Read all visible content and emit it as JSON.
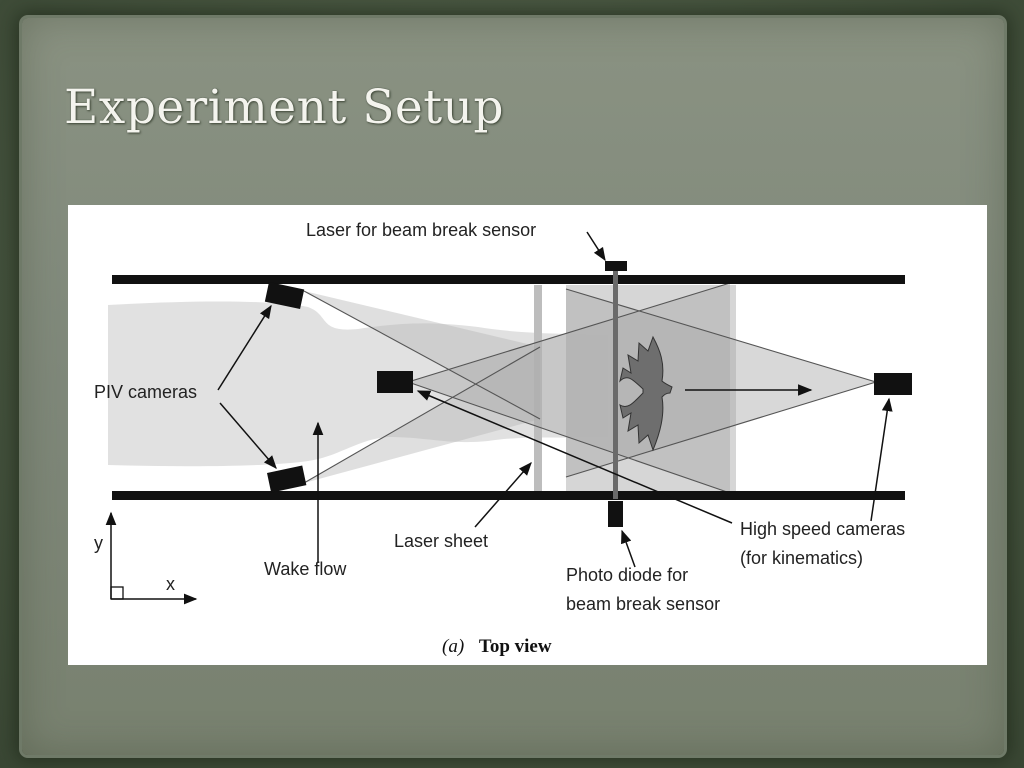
{
  "slide": {
    "title": "Experiment Setup"
  },
  "figure": {
    "labels": {
      "laser_beam_break": "Laser for beam break sensor",
      "piv_cameras": "PIV cameras",
      "laser_sheet": "Laser sheet",
      "wake_flow": "Wake flow",
      "high_speed_cameras_line1": "High speed cameras",
      "high_speed_cameras_line2": "(for kinematics)",
      "photo_diode_line1": "Photo diode for",
      "photo_diode_line2": "beam break sensor",
      "axis_y": "y",
      "axis_x": "x"
    },
    "caption": {
      "panel": "(a)",
      "text": "Top view"
    }
  }
}
